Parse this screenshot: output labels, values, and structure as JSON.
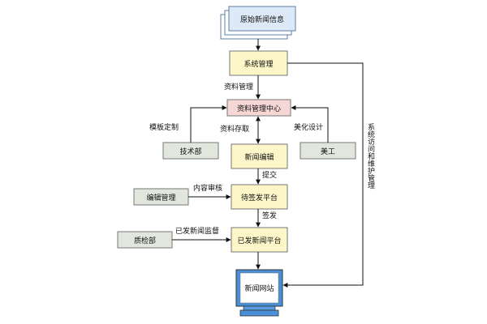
{
  "nodes": {
    "source_info": "原始新闻信息",
    "system_mgmt": "系统管理",
    "data_center": "资料管理中心",
    "tech_dept": "技术部",
    "news_editing": "新闻编辑",
    "art_dept": "美工",
    "edit_mgmt": "编辑管理",
    "pending_platform": "待签发平台",
    "quality_dept": "质检部",
    "published_platform": "已发新闻平台",
    "news_site": "新闻网站"
  },
  "edges": {
    "data_mgmt": "资料管理",
    "template_custom": "模板定制",
    "data_access": "资料存取",
    "beautify_design": "美化设计",
    "submit": "提交",
    "content_review": "内容审核",
    "sign_off": "签发",
    "published_monitor": "已发新闻监督",
    "system_access": "系统访问和维护管理"
  },
  "colors": {
    "blue_fill": "#dde9f7",
    "yellow_fill": "#fcf6c8",
    "pink_fill": "#f7d6d6",
    "gray_fill": "#e2e7de",
    "line": "#111111"
  }
}
